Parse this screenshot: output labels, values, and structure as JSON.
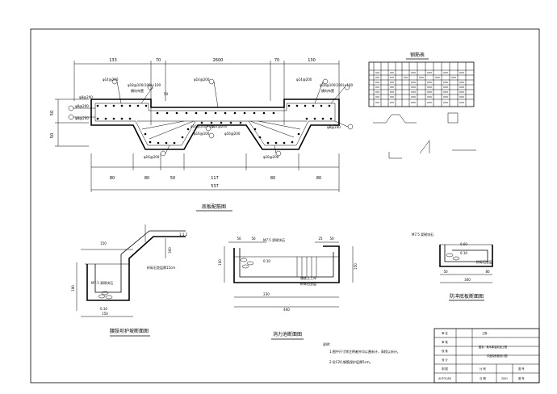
{
  "rebar_table": {
    "title": "钢筋表"
  },
  "section_main": {
    "title": "底板配筋图",
    "top_dims": [
      "133",
      "70",
      "2600",
      "70",
      "130"
    ],
    "left_dims": [
      "50",
      "50"
    ],
    "bottom_dims": [
      "80",
      "80",
      "50",
      "117",
      "80",
      "80"
    ],
    "total_dim": "537",
    "labels": {
      "l1": "φ14@200",
      "l2": "φ18@100(100)×100",
      "l3": "横向布置",
      "l4": "φ14@200",
      "l5": "φ14@200",
      "l6": "φ18@100(100)×100",
      "l7": "横向布置",
      "l8": "φ8@200",
      "l9": "φ8@200",
      "l10": "φ16@100×100",
      "l11": "φ16@100",
      "l12": "φ14@200",
      "l13": "φ16@200",
      "l14": "φ8@200",
      "l15": "50",
      "l16": "φ16@200",
      "l17": "φ8@200",
      "l18": "φ16@200"
    }
  },
  "slope": {
    "title": "腰肢坝护坡断面图",
    "labels": {
      "d150a": "150",
      "d150b": "150",
      "d190": "190",
      "d300": "300",
      "d112": "1:1.2",
      "mortar": "M7.5 浆砌块石",
      "gravel": "砂砾石垫层厚15cm",
      "d010": "0.10"
    }
  },
  "basin": {
    "title": "消力池断面图",
    "labels": {
      "d50a": "50",
      "d50b": "50",
      "d25": "25",
      "d50c": "50",
      "d100": "100",
      "d150": "150",
      "d230": "230",
      "d460": "460",
      "mortar": "M7.5 浆砌块石",
      "d010": "0.10",
      "note1": "铺底土工布",
      "note2": "砂砾石垫层"
    }
  },
  "wall": {
    "title": "防冲底板断面图",
    "labels": {
      "mortar": "M7.5 浆砌块石",
      "d060": "0.60",
      "d010": "0.10",
      "gravel": "砂砾石垫层",
      "d50": "50",
      "d300": "300",
      "d80": "80"
    }
  },
  "notes": {
    "heading": "说明：",
    "n1": "1.图中尺寸除注明者外均以厘米计，高程以米计。",
    "n2": "2.砼C20,钢筋保护层厚5cm。"
  },
  "title_block": {
    "r1c1": "审 定",
    "r2c1": "审 核",
    "r3c1": "校 核",
    "r4c1": "设 计",
    "r5c1": "制 图",
    "r6c1": "AUTOCAD",
    "r1c2": "工程：",
    "r2c2": "图名：某水库溢洪道工程",
    "r3c2": "平面及断面设计图",
    "r5c2": "比 例",
    "r5c3": "图 号",
    "r6c2": "日 期",
    "r6c3": "图 号",
    "date": "2001"
  }
}
